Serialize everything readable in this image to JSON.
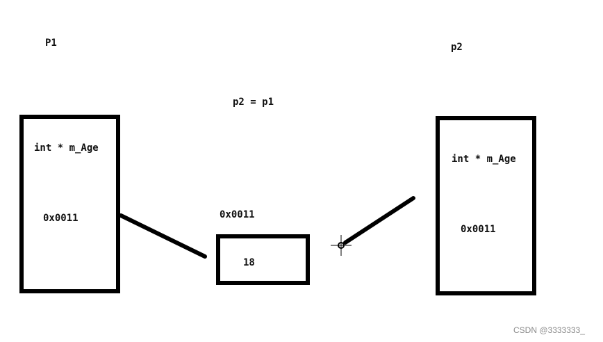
{
  "labels": {
    "p1_title": "P1",
    "p2_title": "p2",
    "assignment": "p2 = p1"
  },
  "p1": {
    "field": "int * m_Age",
    "address": "0x0011"
  },
  "p2": {
    "field": "int * m_Age",
    "address": "0x0011"
  },
  "heap": {
    "address": "0x0011",
    "value": "18"
  },
  "watermark": "CSDN @3333333_"
}
